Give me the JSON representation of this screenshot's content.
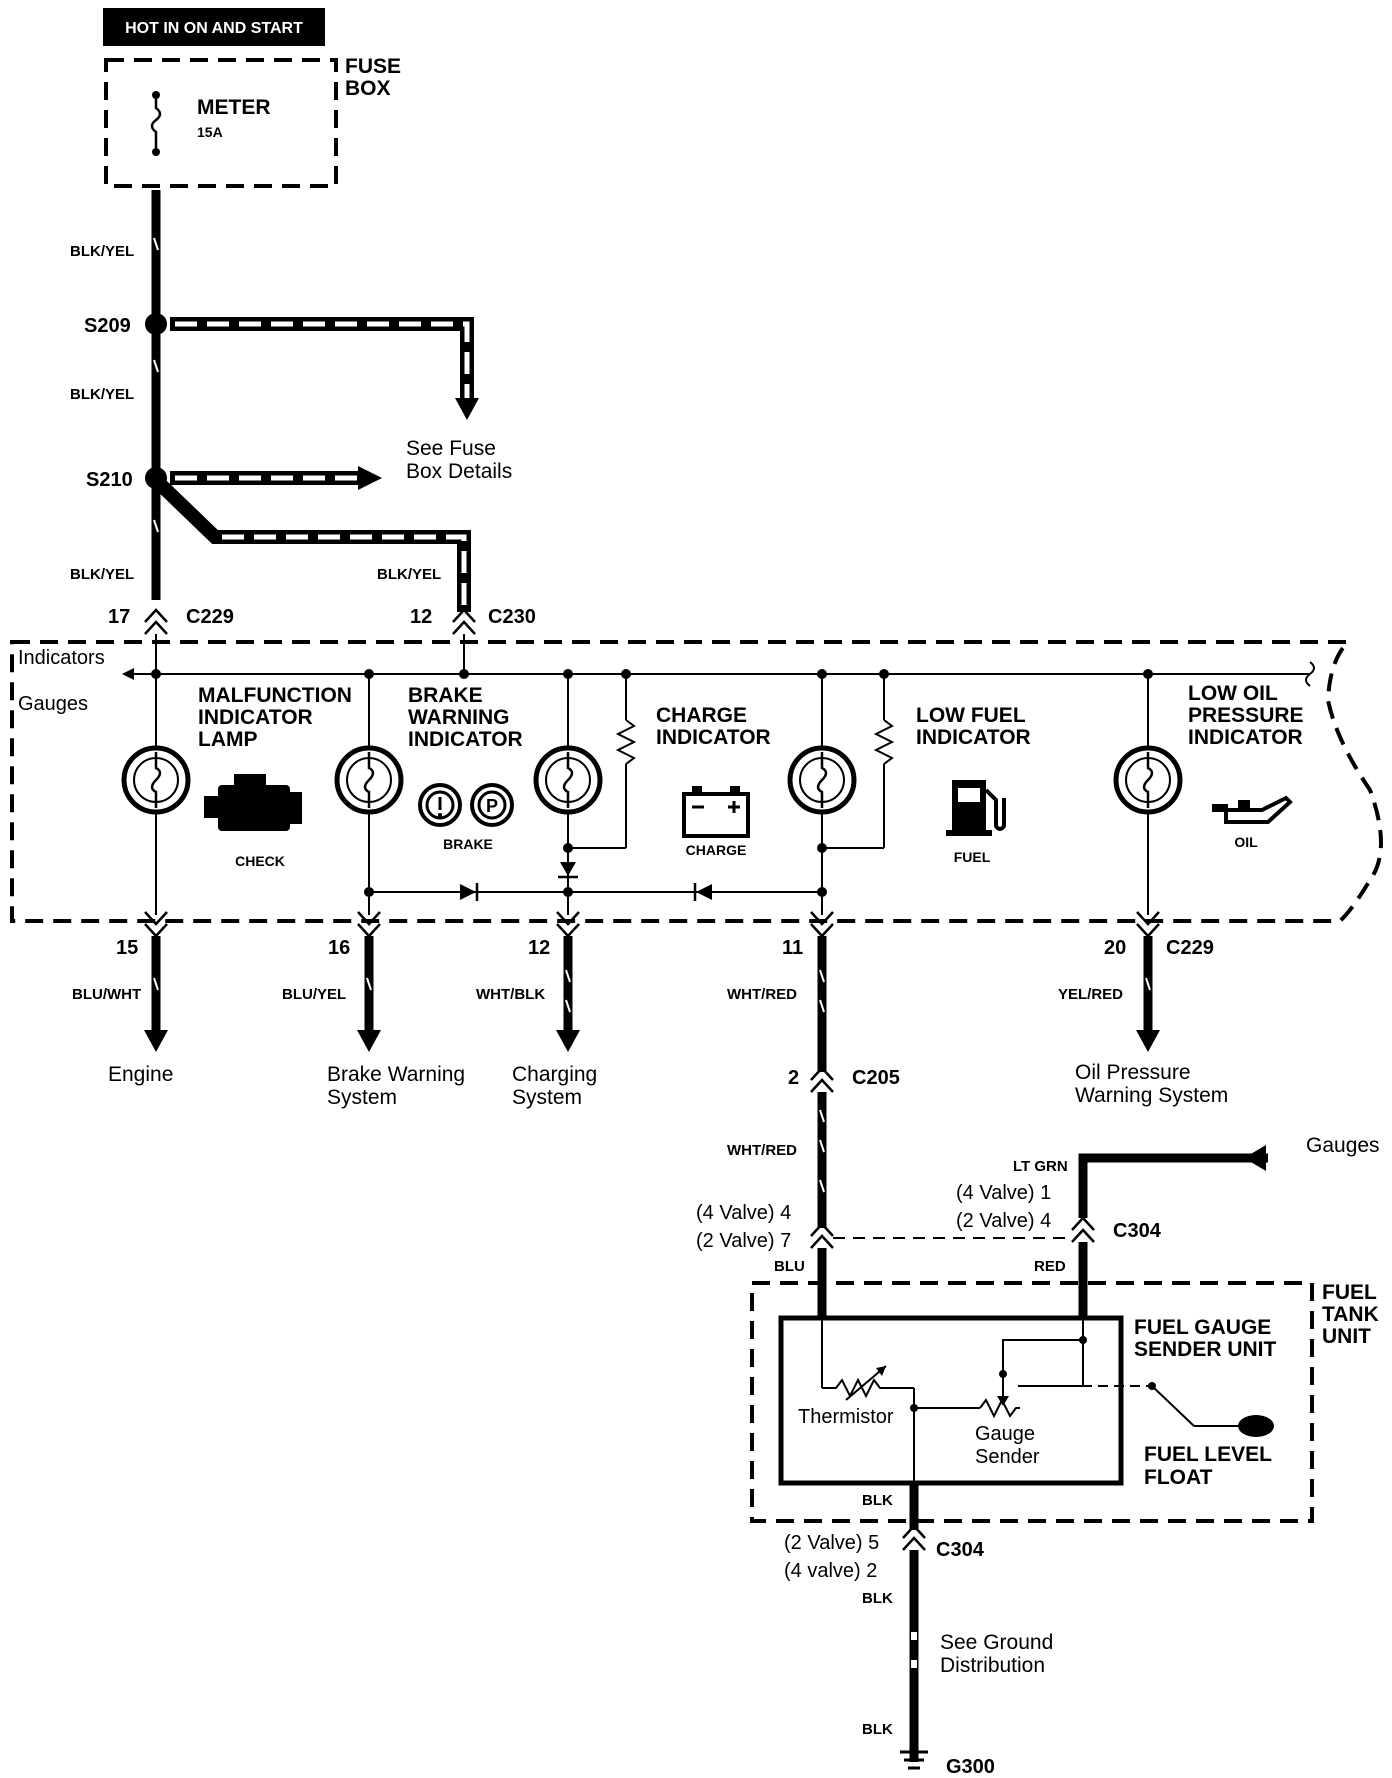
{
  "header": {
    "power_label": "HOT IN ON AND START"
  },
  "fuse_box": {
    "title_line1": "FUSE",
    "title_line2": "BOX",
    "fuse_name": "METER",
    "fuse_rating": "15A"
  },
  "splices": {
    "s209": "S209",
    "s210": "S210"
  },
  "wires": {
    "blk_yel_1": "BLK/YEL",
    "blk_yel_2": "BLK/YEL",
    "blk_yel_3": "BLK/YEL",
    "blk_yel_4": "BLK/YEL",
    "blu_wht": "BLU/WHT",
    "blu_yel": "BLU/YEL",
    "wht_blk": "WHT/BLK",
    "wht_red_1": "WHT/RED",
    "wht_red_2": "WHT/RED",
    "yel_red": "YEL/RED",
    "lt_grn": "LT GRN",
    "blu": "BLU",
    "red": "RED",
    "blk_1": "BLK",
    "blk_2": "BLK",
    "blk_3": "BLK"
  },
  "see_fuse_box": {
    "line1": "See Fuse",
    "line2": "Box Details"
  },
  "connectors": {
    "c229_top_pin": "17",
    "c229_top": "C229",
    "c230_pin": "12",
    "c230": "C230",
    "pin_15": "15",
    "pin_16": "16",
    "pin_12": "12",
    "pin_11": "11",
    "pin_20": "20",
    "c229_bottom": "C229",
    "c205_pin": "2",
    "c205": "C205",
    "c304_left_4v": "(4 Valve) 4",
    "c304_left_2v": "(2 Valve) 7",
    "c304_right_4v": "(4 Valve) 1",
    "c304_right_2v": "(2 Valve) 4",
    "c304_top": "C304",
    "c304_bot_2v": "(2 Valve) 5",
    "c304_bot_4v": "(4 valve) 2",
    "c304_bottom": "C304",
    "ground": "G300"
  },
  "gauge_cluster": {
    "indicators_label": "Indicators",
    "gauges_label": "Gauges"
  },
  "indicators": {
    "mil": {
      "line1": "MALFUNCTION",
      "line2": "INDICATOR",
      "line3": "LAMP",
      "icon_label": "CHECK"
    },
    "brake": {
      "line1": "BRAKE",
      "line2": "WARNING",
      "line3": "INDICATOR",
      "icon_label": "BRAKE"
    },
    "charge": {
      "line1": "CHARGE",
      "line2": "INDICATOR",
      "icon_label": "CHARGE"
    },
    "low_fuel": {
      "line1": "LOW FUEL",
      "line2": "INDICATOR",
      "icon_label": "FUEL"
    },
    "oil": {
      "line1": "LOW OIL",
      "line2": "PRESSURE",
      "line3": "INDICATOR",
      "icon_label": "OIL"
    }
  },
  "destinations": {
    "engine": "Engine",
    "brake_l1": "Brake Warning",
    "brake_l2": "System",
    "charging_l1": "Charging",
    "charging_l2": "System",
    "oil_l1": "Oil Pressure",
    "oil_l2": "Warning System",
    "gauges": "Gauges",
    "ground_l1": "See Ground",
    "ground_l2": "Distribution"
  },
  "fuel_tank": {
    "unit_l1": "FUEL",
    "unit_l2": "TANK",
    "unit_l3": "UNIT",
    "sender_l1": "FUEL GAUGE",
    "sender_l2": "SENDER UNIT",
    "thermistor": "Thermistor",
    "gauge_sender_l1": "Gauge",
    "gauge_sender_l2": "Sender",
    "float_l1": "FUEL LEVEL",
    "float_l2": "FLOAT"
  }
}
